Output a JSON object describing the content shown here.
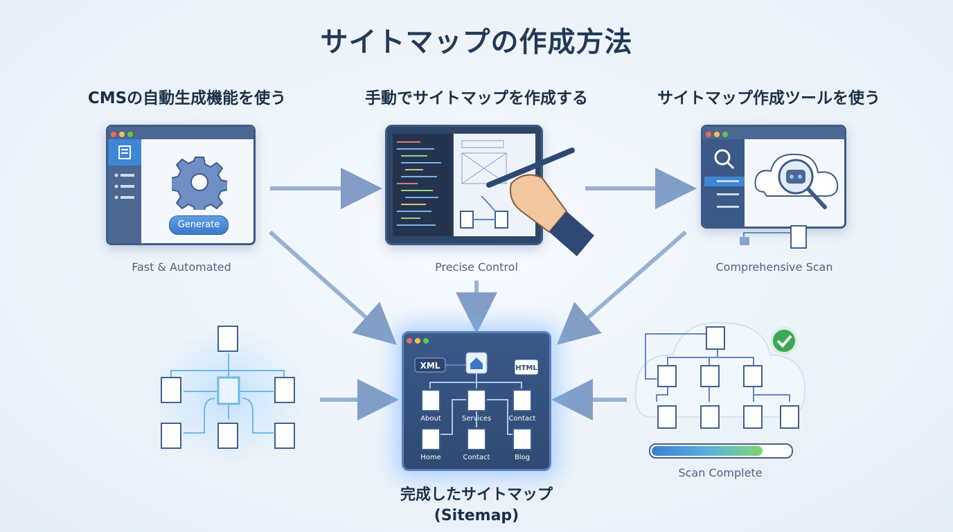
{
  "title": "サイトマップの作成方法",
  "methods": [
    {
      "heading": "CMSの自動生成機能を使う",
      "caption": "Fast & Automated",
      "button_label": "Generate"
    },
    {
      "heading": "手動でサイトマップを作成する",
      "caption": "Precise Control"
    },
    {
      "heading": "サイトマップ作成ツールを使う",
      "caption": "Comprehensive Scan"
    }
  ],
  "result": {
    "title_line1": "完成したサイトマップ",
    "title_line2": "(Sitemap)",
    "badges": [
      "XML",
      "HTML"
    ],
    "pages": [
      "About",
      "Services",
      "Contact",
      "Home",
      "Contact",
      "Blog"
    ]
  },
  "scan": {
    "status": "Scan Complete",
    "progress": 0.8
  },
  "colors": {
    "accent": "#3b79c8",
    "frame": "#3e5a86",
    "arrow": "#6f8fbd",
    "success": "#3fa55a"
  },
  "icons": [
    "gear-icon",
    "search-icon",
    "robot-icon",
    "pen-icon",
    "home-icon",
    "document-icon",
    "check-icon",
    "cloud-icon"
  ]
}
